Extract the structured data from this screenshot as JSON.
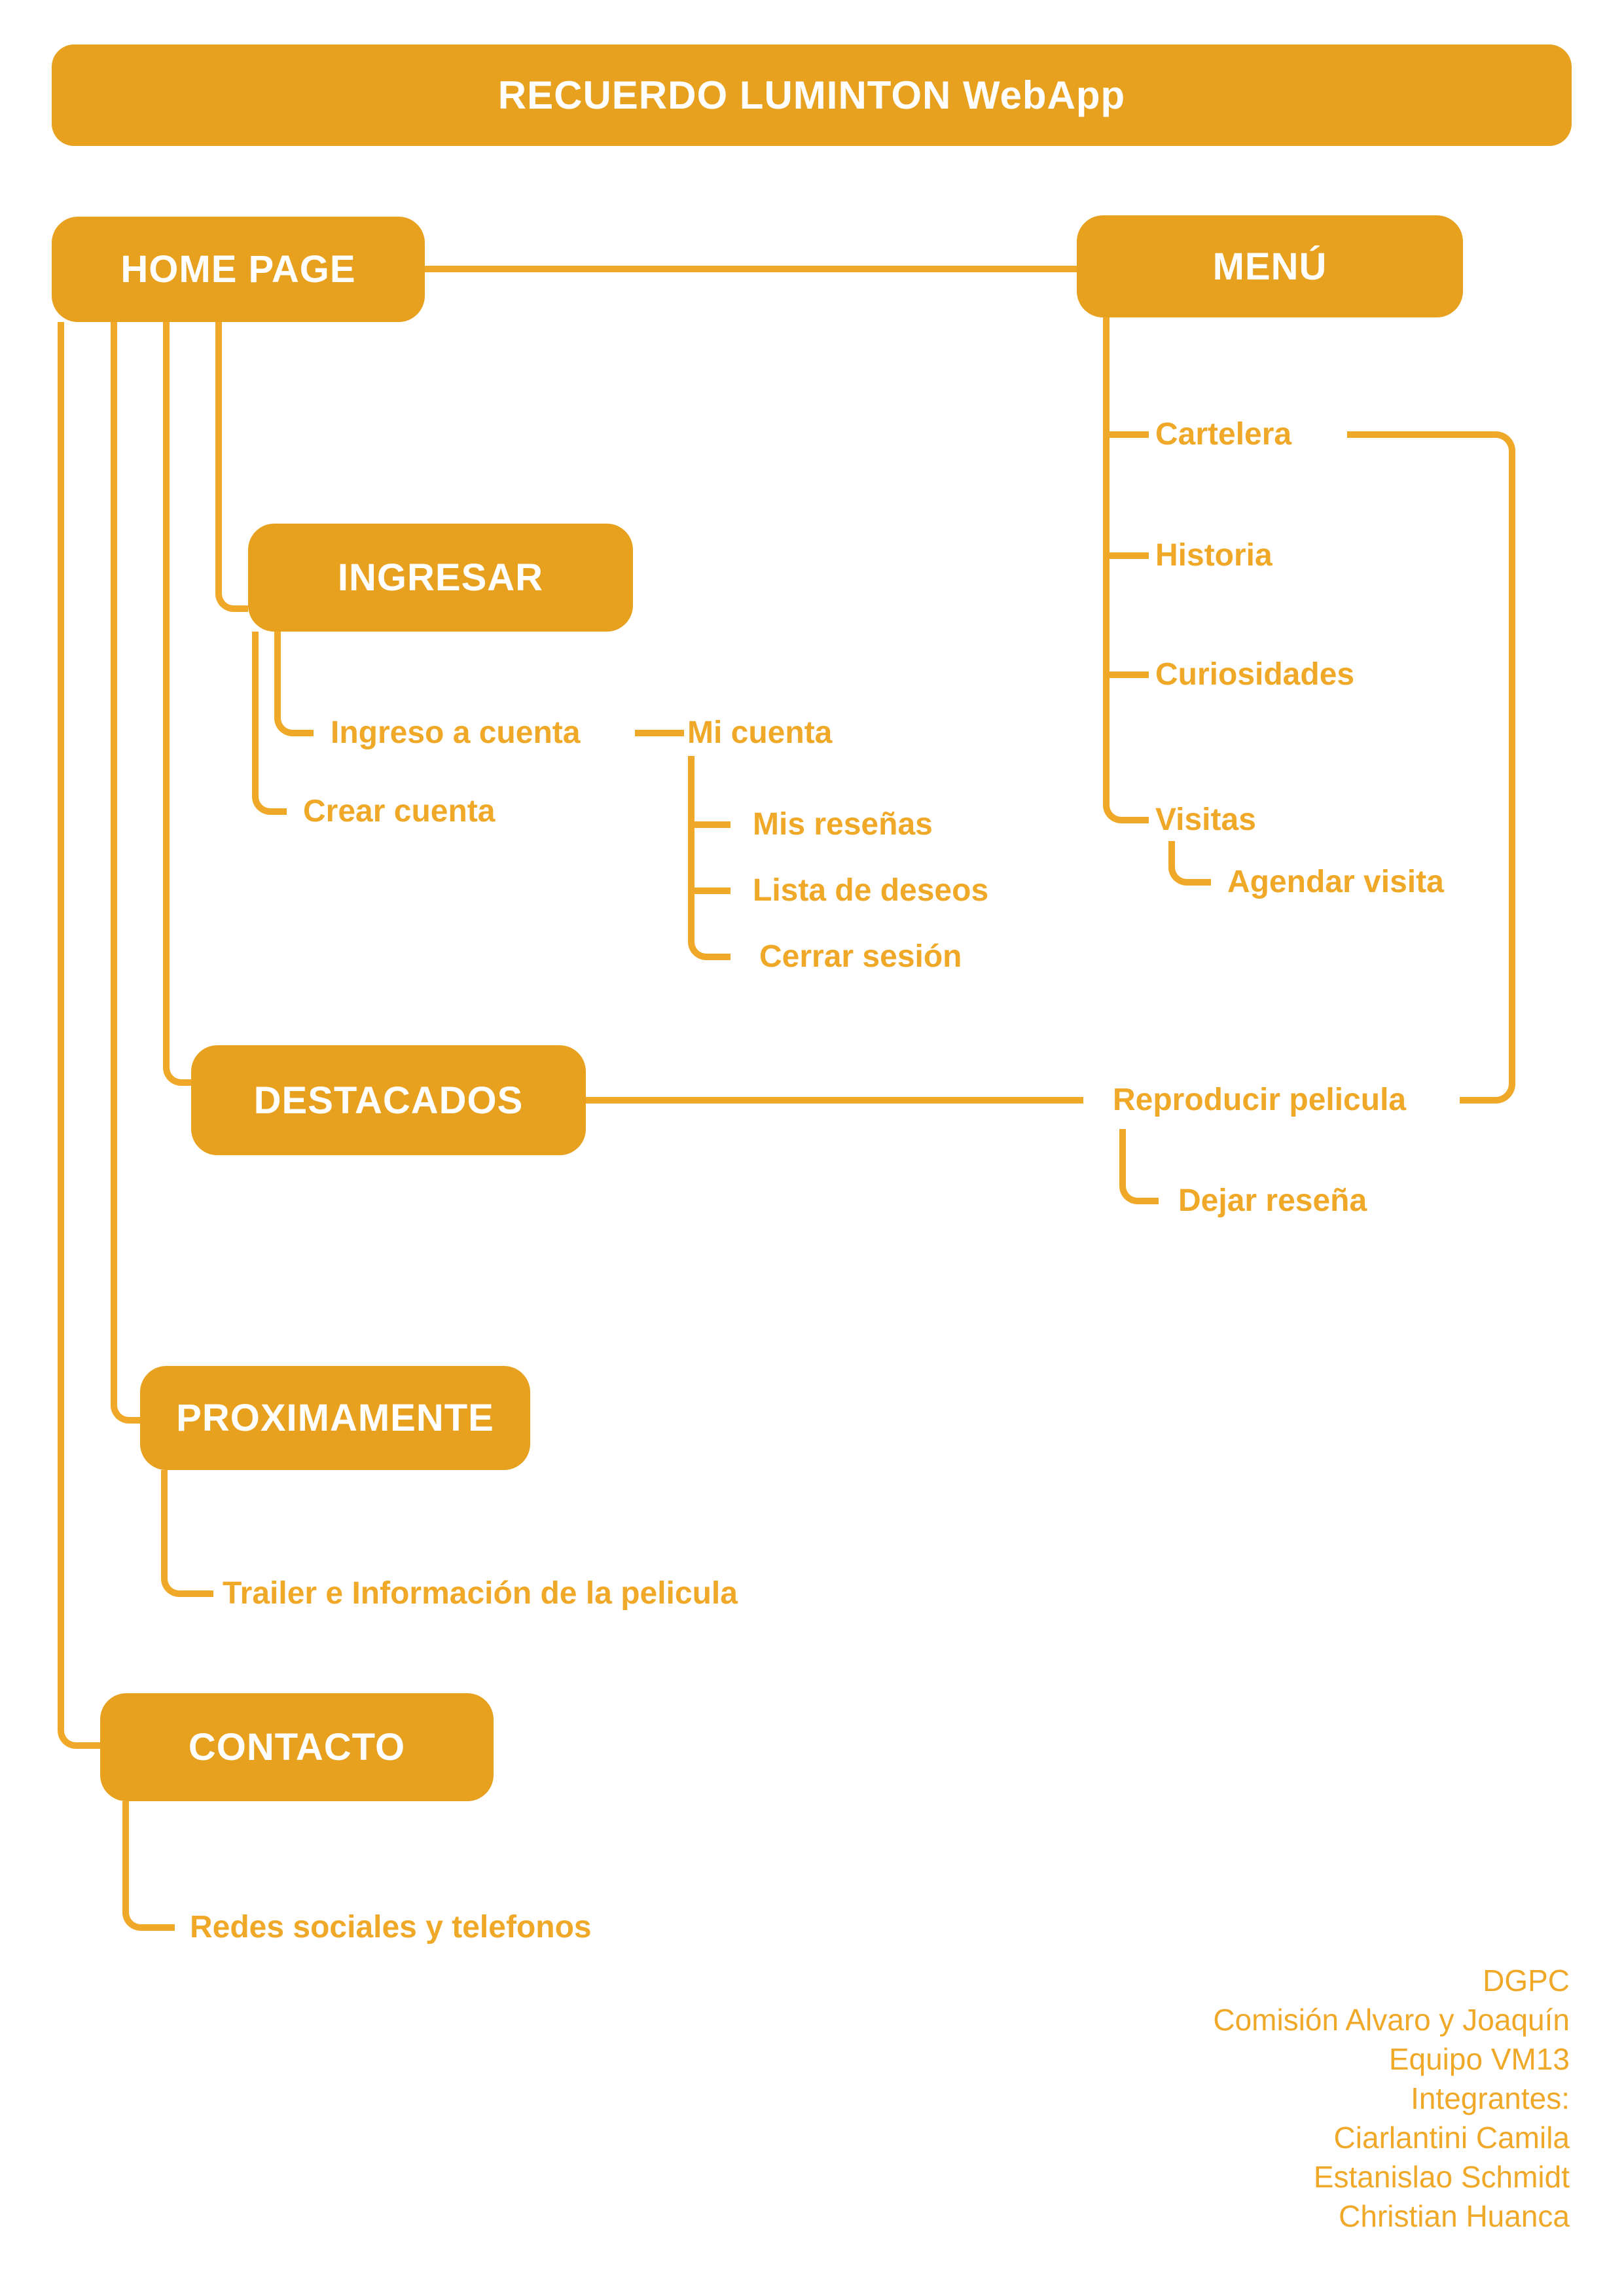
{
  "colors": {
    "box": "#E7A11F",
    "line": "#EFA827",
    "text_on_box": "#FFFFFF",
    "background": "#FFFFFF"
  },
  "title": "RECUERDO LUMINTON WebApp",
  "nodes": {
    "home": "HOME PAGE",
    "menu": "MENÚ",
    "ingresar": "INGRESAR",
    "destacados": "DESTACADOS",
    "proximamente": "PROXIMAMENTE",
    "contacto": "CONTACTO"
  },
  "menu_items": {
    "cartelera": "Cartelera",
    "historia": "Historia",
    "curiosidades": "Curiosidades",
    "visitas": "Visitas",
    "agendar": "Agendar visita"
  },
  "ingresar_items": {
    "ingreso": "Ingreso a cuenta",
    "crear": "Crear cuenta",
    "mi_cuenta": "Mi cuenta",
    "mis_resenas": "Mis reseñas",
    "lista_deseos": "Lista de deseos",
    "cerrar_sesion": "Cerrar sesión"
  },
  "destacados_items": {
    "reproducir": "Reproducir pelicula",
    "dejar": "Dejar reseña"
  },
  "proximamente_items": {
    "trailer": "Trailer e Información de la pelicula"
  },
  "contacto_items": {
    "redes": "Redes sociales y telefonos"
  },
  "credits": [
    "DGPC",
    "Comisión Alvaro y Joaquín",
    "Equipo VM13",
    "Integrantes:",
    "Ciarlantini Camila",
    "Estanislao Schmidt",
    "Christian Huanca"
  ]
}
